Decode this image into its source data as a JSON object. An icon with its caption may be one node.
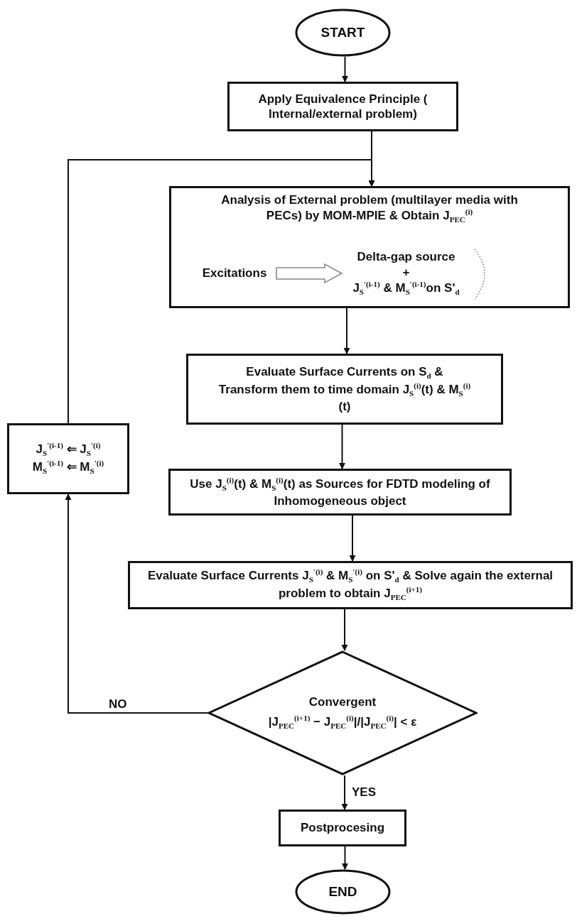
{
  "diagram": {
    "nodes": [
      {
        "text": [
          "START"
        ]
      },
      {
        "text": [
          "Apply Equivalence Principle ( Internal/external problem)"
        ]
      },
      {
        "text": [
          "Analysis of External problem (multilayer media with PECs) by MOM-MPIE & Obtain J$_{PEC}$$^{(i)}$"
        ]
      },
      {
        "text": [
          "Excitations"
        ],
        "in": 2
      },
      {
        "text": [
          "Delta-gap source",
          "+",
          "J$_{S}$$^{′(i-1)}$ & M$_{S}$$^{′(i-1)}$on S'$_{d}$"
        ],
        "in": 2
      },
      {
        "text": [
          "Evaluate Surface Currents on S$_{d}$ & Transform them to time domain J$_{S}$$^{(i)}$(t) & M$_{S}$$^{(i)}$(t)"
        ]
      },
      {
        "text": [
          "Use J$_{S}$$^{(i)}$(t) & M$_{S}$$^{(i)}$(t) as Sources for FDTD modeling of Inhomogeneous object"
        ]
      },
      {
        "text": [
          "Evaluate Surface Currents J$_{S}$$^{′(i)}$ & M$_{S}$$^{′(i)}$ on S'$_{d}$ & Solve again the external problem to obtain J$_{PEC}$$^{(i+1)}$"
        ]
      },
      {
        "text": [
          "Convergent",
          "|J$_{PEC}$$^{(i+1)}$ − J$_{PEC}$$^{(i)}$|/|J$_{PEC}$$^{(i)}$| < ε"
        ]
      },
      {
        "text": [
          "J$_{S}$$^{′(i-1)}$ ⇐ J$_{S}$$^{′(i)}$",
          "M$_{S}$$^{′(i-1)}$ ⇐ M$_{S}$$^{′(i)}$"
        ]
      },
      {
        "text": [
          "Postprocesing"
        ]
      },
      {
        "text": [
          "END"
        ]
      }
    ],
    "edges": [
      {
        "from": 0,
        "to": 1,
        "arrow": "to"
      },
      {
        "from": 1,
        "to": 2,
        "arrow": "to"
      },
      {
        "from": 3,
        "to": 4,
        "arrow": "to",
        "style": "thick",
        "color": "#888888"
      },
      {
        "from": 2,
        "to": 5,
        "arrow": "to"
      },
      {
        "from": 5,
        "to": 6,
        "arrow": "to"
      },
      {
        "from": 6,
        "to": 7,
        "arrow": "to"
      },
      {
        "from": 7,
        "to": 8,
        "arrow": "to"
      },
      {
        "from": 8,
        "to": 9,
        "arrow": "to",
        "label": "NO"
      },
      {
        "from": 9,
        "to": 2,
        "arrow": "to"
      },
      {
        "from": 8,
        "to": 10,
        "arrow": "to",
        "label": "YES"
      },
      {
        "from": 10,
        "to": 11,
        "arrow": "to"
      }
    ]
  }
}
